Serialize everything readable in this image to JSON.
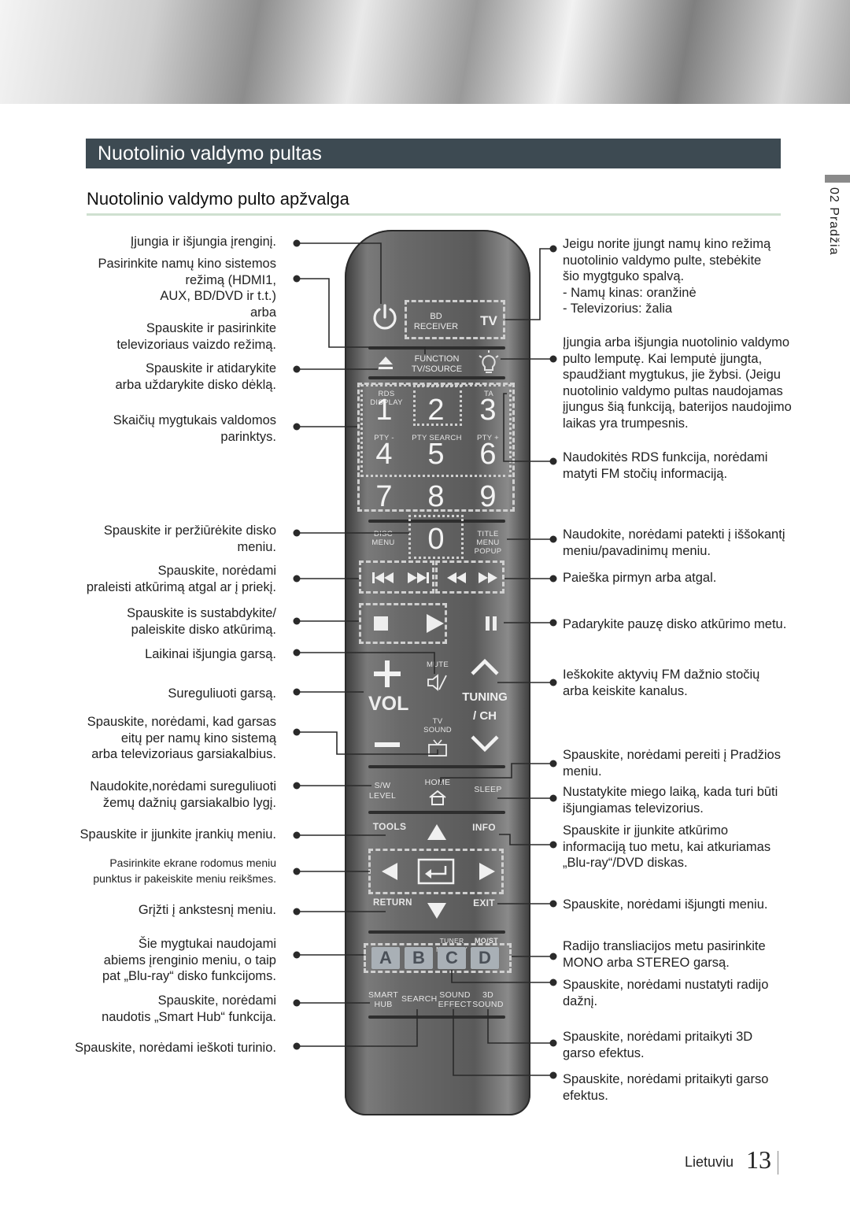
{
  "header": {
    "section_title": "Nuotolinio valdymo pultas",
    "subtitle": "Nuotolinio valdymo pulto apžvalga",
    "side_tab": "02 Pradžia"
  },
  "left_labels": [
    "Įjungia ir išjungia įrenginį.",
    "Pasirinkite namų kino sistemos\nrežimą (HDMI1,\nAUX, BD/DVD ir t.t.)\narba\nSpauskite ir pasirinkite\ntelevizoriaus vaizdo režimą.",
    "Spauskite ir atidarykite\narba uždarykite disko dėklą.",
    "Skaičių mygtukais valdomos\nparinktys.",
    "Spauskite ir peržiūrėkite disko\nmeniu.",
    "Spauskite, norėdami\npraleisti atkūrimą atgal ar į priekį.",
    "Spauskite is sustabdykite/\npaleiskite disko atkūrimą.",
    "Laikinai išjungia garsą.",
    "Sureguliuoti garsą.",
    "Spauskite, norėdami, kad garsas\neitų per namų kino sistemą\narba televizoriaus garsiakalbius.",
    "Naudokite,norėdami sureguliuoti\nžemų dažnių garsiakalbio lygį.",
    "Spauskite ir įjunkite įrankių meniu.",
    "Pasirinkite ekrane rodomus meniu\npunktus ir pakeiskite meniu reikšmes.",
    "Grįžti į ankstesnį meniu.",
    "Šie mygtukai naudojami\nabiems įrenginio meniu, o taip\npat „Blu-ray“ disko funkcijoms.",
    "Spauskite, norėdami\nnaudotis „Smart Hub“ funkcija.",
    "Spauskite, norėdami ieškoti turinio."
  ],
  "right_labels": [
    "Jeigu norite įjungt namų kino režimą\nnuotolinio valdymo pulte, stebėkite\nšio mygtguko spalvą.\n- Namų kinas: oranžinė\n- Televizorius: žalia",
    "Įjungia arba išjungia nuotolinio valdymo\npulto lemputę. Kai lemputė įjungta,\nspaudžiant mygtukus, jie žybsi. (Jeigu\nnuotolinio valdymo pultas naudojamas\nįjungus šią funkciją, baterijos naudojimo\nlaikas yra trumpesnis.",
    "Naudokitės RDS funkcija, norėdami\nmatyti FM stočių informaciją.",
    "Naudokite, norėdami patekti į iššokantį\nmeniu/pavadinimų meniu.",
    "Paieška pirmyn arba atgal.",
    "Padarykite pauzę disko atkūrimo metu.",
    "Ieškokite aktyvių FM dažnio stočių\narba keiskite kanalus.",
    "Spauskite, norėdami pereiti į Pradžios\nmeniu.",
    "Nustatykite miego laiką, kada turi būti\nišjungiamas televizorius.",
    "Spauskite ir įjunkite atkūrimo\ninformaciją tuo metu, kai atkuriamas\n„Blu-ray“/DVD diskas.",
    "Spauskite, norėdami išjungti meniu.",
    "Radijo transliacijos metu pasirinkite\nMONO arba STEREO garsą.",
    "Spauskite, norėdami nustatyti radijo\ndažnį.",
    "Spauskite, norėdami pritaikyti 3D\ngarso efektus.",
    "Spauskite, norėdami pritaikyti garso\nefektus."
  ],
  "remote": {
    "bd_receiver": "BD\nRECEIVER",
    "tv": "TV",
    "function": "FUNCTION\nTV/SOURCE",
    "rds_display": "RDS DISPLAY",
    "ta": "TA",
    "pty_minus": "PTY -",
    "pty_search": "PTY SEARCH",
    "pty_plus": "PTY +",
    "digits": [
      "1",
      "2",
      "3",
      "4",
      "5",
      "6",
      "7",
      "8",
      "9",
      "0"
    ],
    "disc_menu": "DISC\nMENU",
    "title_menu": "TITLE MENU\nPOPUP",
    "mute": "MUTE",
    "vol": "VOL",
    "tuning": "TUNING\n/ CH",
    "tv_sound": "TV\nSOUND",
    "sw_level": "S/W\nLEVEL",
    "home": "HOME",
    "sleep": "SLEEP",
    "tools": "TOOLS",
    "info": "INFO",
    "return": "RETURN",
    "exit": "EXIT",
    "tuner_memory": "TUNER MEMORY",
    "mo_st": "MO/ST",
    "abcd": [
      "A",
      "B",
      "C",
      "D"
    ],
    "smart_hub": "SMART\nHUB",
    "search": "SEARCH",
    "sound_effect": "SOUND\nEFFECT",
    "sound_3d": "3D\nSOUND"
  },
  "footer": {
    "language": "Lietuviu",
    "page": "13"
  }
}
